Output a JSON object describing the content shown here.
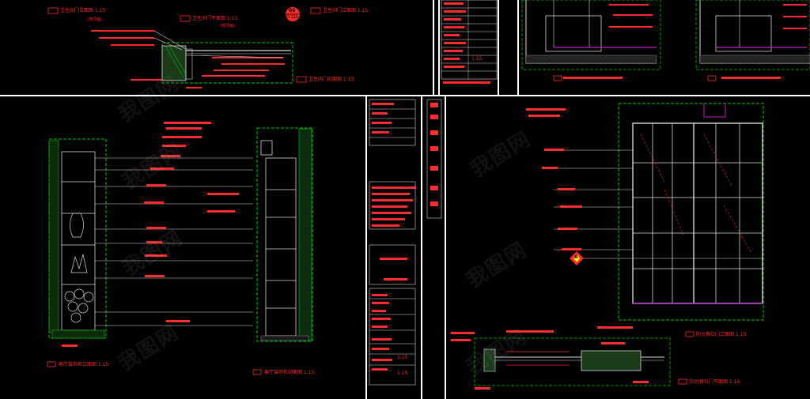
{
  "sheets": {
    "top_left": {
      "title_a": "卫生间门立面图 1:15",
      "title_a_sub": "(地坪面)",
      "title_b": "卫生间门平面图 1:15",
      "title_b_sub": "(地坪面)",
      "callout_number": "03",
      "callout_sheet": "D-11b",
      "title_c": "卫生间门立面图 1:15",
      "title_d": "卫生间门剖面图 1:15"
    },
    "top_middle": {
      "scale_note": "1:15"
    },
    "mid_left": {
      "title_left": "客厅装饰柜立面图 1:15",
      "title_right": "客厅装饰柜剖面图 1:15"
    },
    "mid_right": {
      "callout_letter": "A",
      "title_top": "阳台推拉门立面图 1:15",
      "title_bottom": "阳台推拉门平面图 1:15"
    },
    "title_block": {
      "scale_a": "1:15",
      "scale_b": "1:15"
    }
  },
  "watermark": "我图网",
  "colors": {
    "background": "#000000",
    "annotation": "#ff2a2a",
    "frame": "#ffffff",
    "hatch": "#00c800",
    "geometry": "#d8d8d8",
    "accent_magenta": "#c020c0",
    "accent_yellow": "#ffff00"
  }
}
